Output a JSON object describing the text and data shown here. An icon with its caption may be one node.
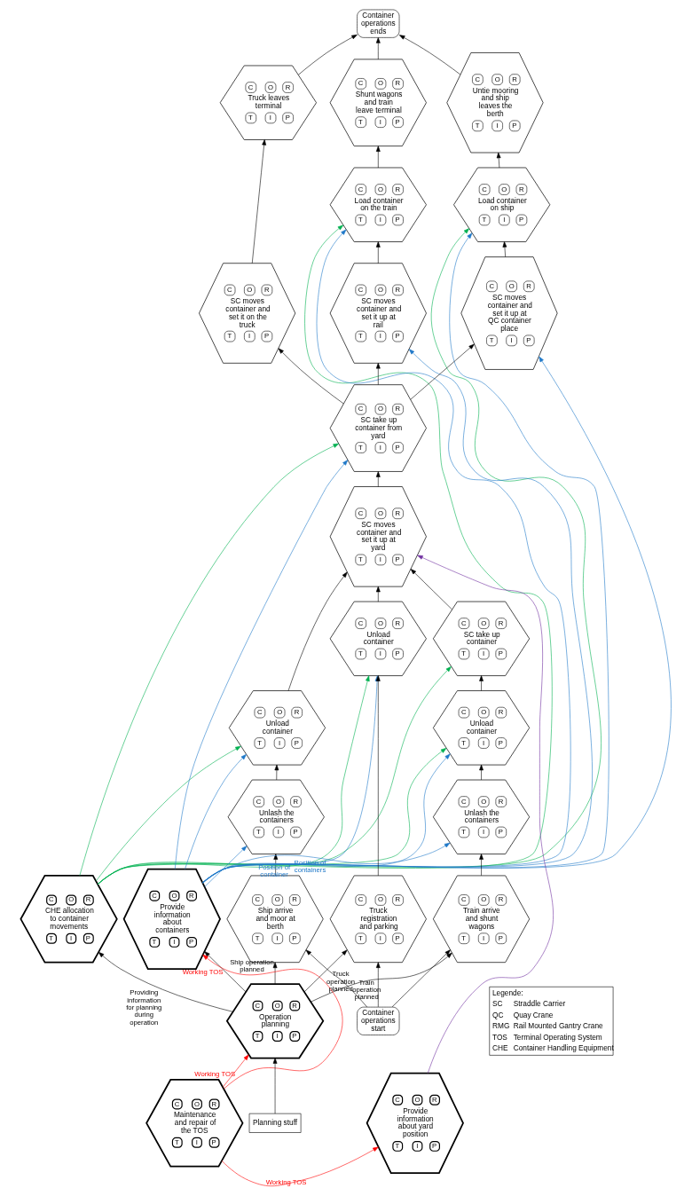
{
  "diagram": {
    "nodes": [
      {
        "text": [
          "Container operations start"
        ]
      },
      {
        "text": [
          "C",
          "O",
          "R",
          "Operation planning",
          "T",
          "I",
          "P"
        ]
      },
      {
        "text": [
          "C",
          "O",
          "R",
          "Maintenance and repair of the TOS",
          "T",
          "I",
          "P"
        ]
      },
      {
        "text": [
          "C",
          "O",
          "R",
          "Ship arrive and moor at berth",
          "T",
          "I",
          "P"
        ]
      },
      {
        "text": [
          "C",
          "O",
          "R",
          "CHE allocation to container movements",
          "T",
          "I",
          "P"
        ]
      },
      {
        "text": [
          "C",
          "O",
          "R",
          "Provide information about containers",
          "T",
          "I",
          "P"
        ]
      },
      {
        "text": [
          "C",
          "O",
          "R",
          "Train arrive and shunt wagons",
          "T",
          "I",
          "P"
        ]
      },
      {
        "text": [
          "C",
          "O",
          "R",
          "Truck registration and parking",
          "T",
          "I",
          "P"
        ]
      },
      {
        "text": [
          "C",
          "O",
          "R",
          "Unlash the containers",
          "T",
          "I",
          "P"
        ]
      },
      {
        "text": [
          "C",
          "O",
          "R",
          "Unlash the containers",
          "T",
          "I",
          "P"
        ]
      },
      {
        "text": [
          "C",
          "O",
          "R",
          "Unload container",
          "T",
          "I",
          "P"
        ]
      },
      {
        "text": [
          "C",
          "O",
          "R",
          "Unload container",
          "T",
          "I",
          "P"
        ]
      },
      {
        "text": [
          "C",
          "O",
          "R",
          "Unload container",
          "T",
          "I",
          "P"
        ]
      },
      {
        "text": [
          "C",
          "O",
          "R",
          "SC take up container from yard",
          "T",
          "I",
          "P"
        ]
      },
      {
        "text": [
          "C",
          "O",
          "R",
          "SC take up container",
          "T",
          "I",
          "P"
        ]
      },
      {
        "text": [
          "C",
          "O",
          "R",
          "Provide information about yard position",
          "T",
          "I",
          "P"
        ]
      },
      {
        "text": [
          "C",
          "O",
          "R",
          "SC moves container and set it up at rail",
          "T",
          "I",
          "P"
        ]
      },
      {
        "text": [
          "C",
          "O",
          "R",
          "SC moves container and set it up at QC container place",
          "T",
          "I",
          "P"
        ]
      },
      {
        "text": [
          "C",
          "O",
          "R",
          "SC moves container and set it on the truck",
          "T",
          "I",
          "P"
        ]
      },
      {
        "text": [
          "C",
          "O",
          "R",
          "SC moves container and set it up at yard",
          "T",
          "I",
          "P"
        ]
      },
      {
        "text": [
          "C",
          "O",
          "R",
          "Load container on the train",
          "T",
          "I",
          "P"
        ]
      },
      {
        "text": [
          "C",
          "O",
          "R",
          "Load container on ship",
          "T",
          "I",
          "P"
        ]
      },
      {
        "text": [
          "C",
          "O",
          "R",
          "Truck leaves terminal",
          "T",
          "I",
          "P"
        ]
      },
      {
        "text": [
          "C",
          "O",
          "R",
          "Shunt wagons and train leave terminal",
          "T",
          "I",
          "P"
        ]
      },
      {
        "text": [
          "C",
          "O",
          "R",
          "Untie mooring and ship leaves the berth",
          "T",
          "I",
          "P"
        ]
      },
      {
        "text": [
          "Container operations ends"
        ]
      },
      {
        "text": [
          "Planning stuff"
        ]
      }
    ],
    "edges": [
      {
        "from": 0,
        "to": 3,
        "arrow": "to"
      },
      {
        "from": 0,
        "to": 6,
        "arrow": "to"
      },
      {
        "from": 0,
        "to": 7,
        "arrow": "to"
      },
      {
        "from": 1,
        "to": 3,
        "arrow": "to",
        "label": "Ship operation planned"
      },
      {
        "from": 1,
        "to": 4,
        "arrow": "to",
        "label": "Providing information for planning during operation"
      },
      {
        "from": 1,
        "to": 6,
        "arrow": "to",
        "label": "Train operation planned"
      },
      {
        "from": 1,
        "to": 7,
        "arrow": "to",
        "label": "Truck operation planned"
      },
      {
        "from": 1,
        "to": 5,
        "arrow": "to"
      },
      {
        "from": 26,
        "to": 1,
        "arrow": "to"
      },
      {
        "from": 2,
        "to": 1,
        "arrow": "to",
        "label": "Working TOS",
        "color": "#ff0000"
      },
      {
        "from": 2,
        "to": 5,
        "arrow": "to",
        "label": "Working TOS",
        "color": "#ff0000"
      },
      {
        "from": 2,
        "to": 15,
        "arrow": "to",
        "label": "Working TOS",
        "color": "#ff0000"
      },
      {
        "from": 3,
        "to": 8,
        "arrow": "to"
      },
      {
        "from": 6,
        "to": 9,
        "arrow": "to"
      },
      {
        "from": 7,
        "to": 12,
        "arrow": "to"
      },
      {
        "from": 8,
        "to": 10,
        "arrow": "to"
      },
      {
        "from": 9,
        "to": 11,
        "arrow": "to"
      },
      {
        "from": 10,
        "to": 19,
        "arrow": "to"
      },
      {
        "from": 11,
        "to": 14,
        "arrow": "to"
      },
      {
        "from": 12,
        "to": 19,
        "arrow": "to"
      },
      {
        "from": 14,
        "to": 19,
        "arrow": "to"
      },
      {
        "from": 19,
        "to": 13,
        "arrow": "to"
      },
      {
        "from": 13,
        "to": 16,
        "arrow": "to"
      },
      {
        "from": 13,
        "to": 17,
        "arrow": "to"
      },
      {
        "from": 13,
        "to": 18,
        "arrow": "to"
      },
      {
        "from": 16,
        "to": 20,
        "arrow": "to"
      },
      {
        "from": 17,
        "to": 21,
        "arrow": "to"
      },
      {
        "from": 18,
        "to": 22,
        "arrow": "to"
      },
      {
        "from": 20,
        "to": 23,
        "arrow": "to"
      },
      {
        "from": 21,
        "to": 24,
        "arrow": "to"
      },
      {
        "from": 22,
        "to": 25,
        "arrow": "to"
      },
      {
        "from": 23,
        "to": 25,
        "arrow": "to"
      },
      {
        "from": 24,
        "to": 25,
        "arrow": "to"
      },
      {
        "from": 15,
        "to": 19,
        "arrow": "to",
        "color": "#7030a0"
      },
      {
        "from": 5,
        "to": 8,
        "arrow": "to",
        "color": "#1f78c8"
      },
      {
        "from": 5,
        "to": 9,
        "arrow": "to",
        "label": "Position of containers",
        "color": "#1f78c8"
      },
      {
        "from": 5,
        "to": 10,
        "arrow": "to",
        "color": "#1f78c8"
      },
      {
        "from": 5,
        "to": 11,
        "arrow": "to",
        "color": "#1f78c8"
      },
      {
        "from": 5,
        "to": 12,
        "arrow": "to",
        "label": "Position of container",
        "color": "#1f78c8"
      },
      {
        "from": 5,
        "to": 13,
        "arrow": "to",
        "color": "#1f78c8"
      },
      {
        "from": 5,
        "to": 16,
        "arrow": "to",
        "color": "#1f78c8"
      },
      {
        "from": 5,
        "to": 17,
        "arrow": "to",
        "color": "#1f78c8"
      },
      {
        "from": 5,
        "to": 20,
        "arrow": "to",
        "color": "#1f78c8"
      },
      {
        "from": 5,
        "to": 21,
        "arrow": "to",
        "color": "#1f78c8"
      },
      {
        "from": 4,
        "to": 10,
        "arrow": "to",
        "color": "#00b050"
      },
      {
        "from": 4,
        "to": 11,
        "arrow": "to",
        "color": "#00b050"
      },
      {
        "from": 4,
        "to": 12,
        "arrow": "to",
        "color": "#00b050"
      },
      {
        "from": 4,
        "to": 13,
        "arrow": "to",
        "color": "#00b050"
      },
      {
        "from": 4,
        "to": 14,
        "arrow": "to",
        "color": "#00b050"
      },
      {
        "from": 4,
        "to": 20,
        "arrow": "to",
        "color": "#00b050"
      },
      {
        "from": 4,
        "to": 21,
        "arrow": "to",
        "color": "#00b050"
      }
    ],
    "labels": [
      "Legende:",
      "SC",
      "Straddle Carrier",
      "QC",
      "Quay Crane",
      "RMG",
      "Rail Mounted Gantry Crane",
      "TOS",
      "Terminal Operating System",
      "CHE",
      "Container Handling Equipment"
    ]
  }
}
